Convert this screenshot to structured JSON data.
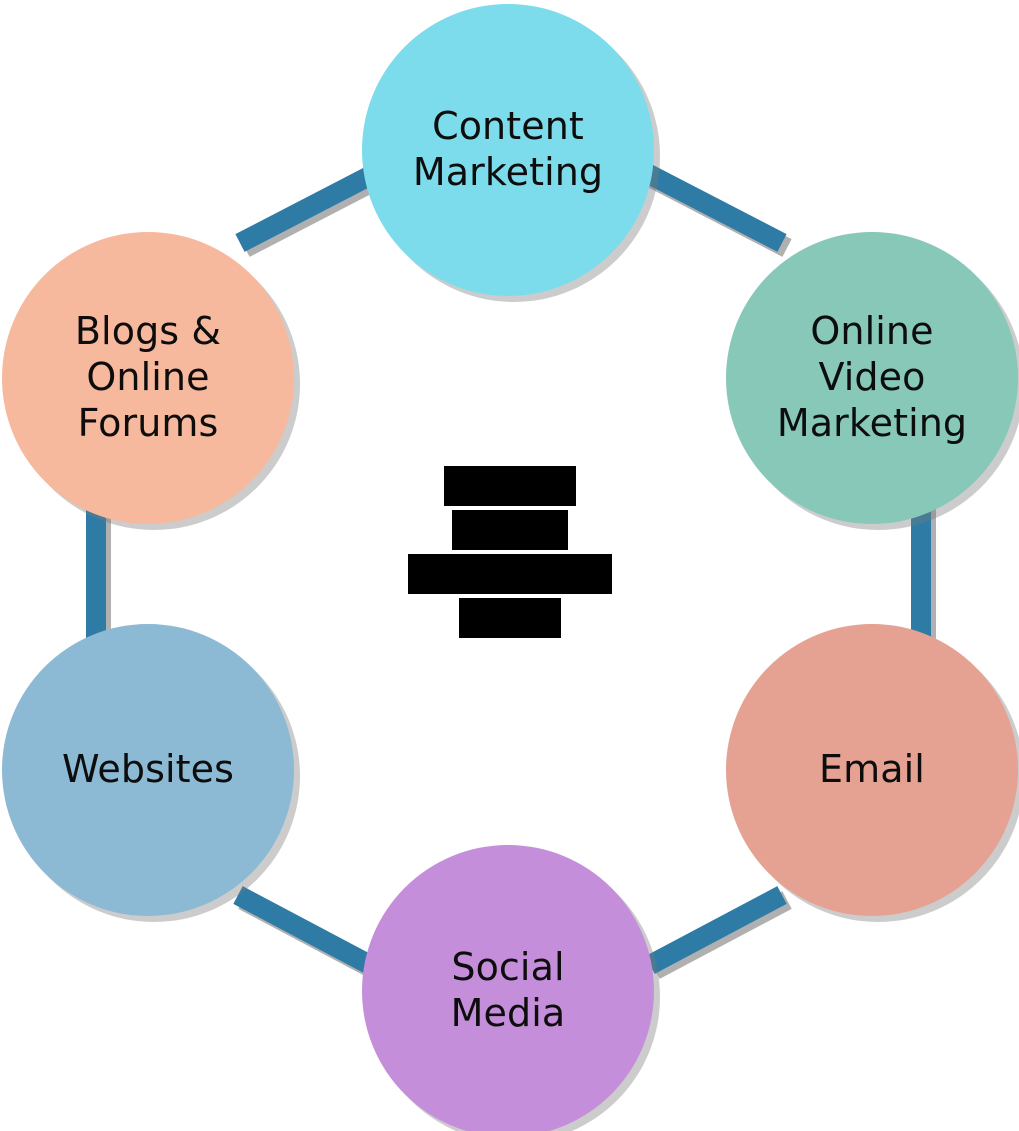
{
  "diagram": {
    "type": "cycle-ring",
    "background_color": "#ffffff",
    "connector_color": "#2E7BA6",
    "connector_shadow_color": "#6e6e6e",
    "center": {
      "redacted": true,
      "line_count": 4,
      "lines": [
        "",
        "",
        "",
        ""
      ],
      "text_color": "#000000",
      "note": "center heading is blacked out / redacted in the source image"
    },
    "nodes": [
      {
        "id": "content-marketing",
        "label": "Content\nMarketing",
        "color": "#7CDCEC",
        "position": "top"
      },
      {
        "id": "online-video-marketing",
        "label": "Online\nVideo\nMarketing",
        "color": "#87C8B8",
        "position": "top-right"
      },
      {
        "id": "email",
        "label": "Email",
        "color": "#E5A293",
        "position": "bottom-right"
      },
      {
        "id": "social-media",
        "label": "Social\nMedia",
        "color": "#C58EDA",
        "position": "bottom"
      },
      {
        "id": "websites",
        "label": "Websites",
        "color": "#8CB9D4",
        "position": "bottom-left"
      },
      {
        "id": "blogs-online-forums",
        "label": "Blogs &\nOnline\nForums",
        "color": "#F7B99D",
        "position": "top-left"
      }
    ],
    "connectors": [
      {
        "from": "blogs-online-forums",
        "to": "content-marketing"
      },
      {
        "from": "content-marketing",
        "to": "online-video-marketing"
      },
      {
        "from": "online-video-marketing",
        "to": "email"
      },
      {
        "from": "email",
        "to": "social-media"
      },
      {
        "from": "social-media",
        "to": "websites"
      },
      {
        "from": "websites",
        "to": "blogs-online-forums"
      }
    ]
  }
}
